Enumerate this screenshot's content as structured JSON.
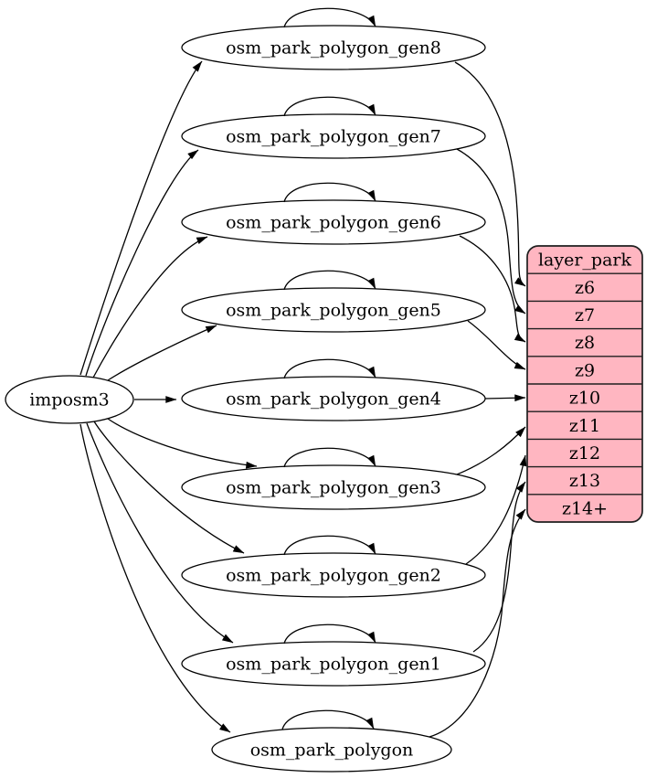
{
  "diagram": {
    "type": "graphviz-digraph",
    "background_color": "#ffffff",
    "edge_color": "#000000",
    "node_fill": "#ffffff",
    "node_stroke": "#000000",
    "text_color": "#000000",
    "source_node": {
      "id": "imposm3",
      "label": "imposm3"
    },
    "table_nodes": [
      {
        "id": "osm_park_polygon_gen8",
        "label": "osm_park_polygon_gen8"
      },
      {
        "id": "osm_park_polygon_gen7",
        "label": "osm_park_polygon_gen7"
      },
      {
        "id": "osm_park_polygon_gen6",
        "label": "osm_park_polygon_gen6"
      },
      {
        "id": "osm_park_polygon_gen5",
        "label": "osm_park_polygon_gen5"
      },
      {
        "id": "osm_park_polygon_gen4",
        "label": "osm_park_polygon_gen4"
      },
      {
        "id": "osm_park_polygon_gen3",
        "label": "osm_park_polygon_gen3"
      },
      {
        "id": "osm_park_polygon_gen2",
        "label": "osm_park_polygon_gen2"
      },
      {
        "id": "osm_park_polygon_gen1",
        "label": "osm_park_polygon_gen1"
      },
      {
        "id": "osm_park_polygon",
        "label": "osm_park_polygon"
      }
    ],
    "layer_node": {
      "id": "layer_park",
      "header": "layer_park",
      "rows": [
        "z6",
        "z7",
        "z8",
        "z9",
        "z10",
        "z11",
        "z12",
        "z13",
        "z14+"
      ],
      "fill": "#ffb6c1",
      "stroke": "#1f1f1f"
    },
    "edges": [
      {
        "from": "imposm3",
        "to": "osm_park_polygon_gen8"
      },
      {
        "from": "imposm3",
        "to": "osm_park_polygon_gen7"
      },
      {
        "from": "imposm3",
        "to": "osm_park_polygon_gen6"
      },
      {
        "from": "imposm3",
        "to": "osm_park_polygon_gen5"
      },
      {
        "from": "imposm3",
        "to": "osm_park_polygon_gen4"
      },
      {
        "from": "imposm3",
        "to": "osm_park_polygon_gen3"
      },
      {
        "from": "imposm3",
        "to": "osm_park_polygon_gen2"
      },
      {
        "from": "imposm3",
        "to": "osm_park_polygon_gen1"
      },
      {
        "from": "imposm3",
        "to": "osm_park_polygon"
      },
      {
        "from": "osm_park_polygon_gen8",
        "to": "osm_park_polygon_gen8",
        "type": "self_loop"
      },
      {
        "from": "osm_park_polygon_gen7",
        "to": "osm_park_polygon_gen7",
        "type": "self_loop"
      },
      {
        "from": "osm_park_polygon_gen6",
        "to": "osm_park_polygon_gen6",
        "type": "self_loop"
      },
      {
        "from": "osm_park_polygon_gen5",
        "to": "osm_park_polygon_gen5",
        "type": "self_loop"
      },
      {
        "from": "osm_park_polygon_gen4",
        "to": "osm_park_polygon_gen4",
        "type": "self_loop"
      },
      {
        "from": "osm_park_polygon_gen3",
        "to": "osm_park_polygon_gen3",
        "type": "self_loop"
      },
      {
        "from": "osm_park_polygon_gen2",
        "to": "osm_park_polygon_gen2",
        "type": "self_loop"
      },
      {
        "from": "osm_park_polygon_gen1",
        "to": "osm_park_polygon_gen1",
        "type": "self_loop"
      },
      {
        "from": "osm_park_polygon",
        "to": "osm_park_polygon",
        "type": "self_loop"
      },
      {
        "from": "osm_park_polygon_gen8",
        "to": "layer_park",
        "port": "z6"
      },
      {
        "from": "osm_park_polygon_gen7",
        "to": "layer_park",
        "port": "z7"
      },
      {
        "from": "osm_park_polygon_gen6",
        "to": "layer_park",
        "port": "z8"
      },
      {
        "from": "osm_park_polygon_gen5",
        "to": "layer_park",
        "port": "z9"
      },
      {
        "from": "osm_park_polygon_gen4",
        "to": "layer_park",
        "port": "z10"
      },
      {
        "from": "osm_park_polygon_gen3",
        "to": "layer_park",
        "port": "z11"
      },
      {
        "from": "osm_park_polygon_gen2",
        "to": "layer_park",
        "port": "z12"
      },
      {
        "from": "osm_park_polygon_gen1",
        "to": "layer_park",
        "port": "z13"
      },
      {
        "from": "osm_park_polygon",
        "to": "layer_park",
        "port": "z14+"
      }
    ]
  }
}
